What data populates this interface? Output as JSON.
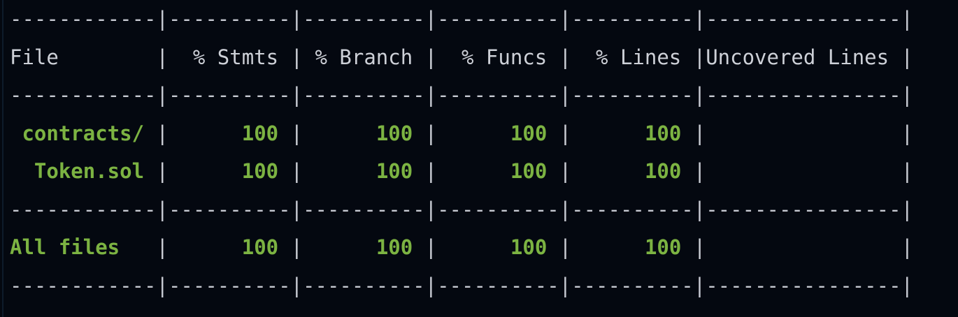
{
  "terminal": {
    "type": "coverage-report",
    "background_color": "#040810",
    "text_color": "#c9ccd3",
    "coverage_color": "#7cb342",
    "font": "monospace"
  },
  "table": {
    "columns": [
      {
        "key": "file",
        "label": "File",
        "align": "left",
        "width": 12
      },
      {
        "key": "stmts",
        "label": "% Stmts",
        "align": "right",
        "width": 10
      },
      {
        "key": "branch",
        "label": "% Branch",
        "align": "right",
        "width": 10
      },
      {
        "key": "funcs",
        "label": "% Funcs",
        "align": "right",
        "width": 10
      },
      {
        "key": "lines",
        "label": "% Lines",
        "align": "right",
        "width": 10
      },
      {
        "key": "uncovered",
        "label": "Uncovered Lines",
        "align": "left",
        "width": 15
      }
    ],
    "separator_top": "------------|----------|----------|----------|----------|----------------|",
    "header_row": "File        |  % Stmts | % Branch |  % Funcs |  % Lines |Uncovered Lines |",
    "separator_header": "------------|----------|----------|----------|----------|----------------|",
    "separator_totals": "------------|----------|----------|----------|----------|----------------|",
    "separator_bottom": "------------|----------|----------|----------|----------|----------------|",
    "rows": [
      {
        "name": "contracts/",
        "indent": 1,
        "is_total": false,
        "stmts": "100",
        "branch": "100",
        "funcs": "100",
        "lines": "100",
        "uncovered": ""
      },
      {
        "name": "Token.sol",
        "indent": 2,
        "is_total": false,
        "stmts": "100",
        "branch": "100",
        "funcs": "100",
        "lines": "100",
        "uncovered": ""
      }
    ],
    "total_row": {
      "name": "All files",
      "indent": 0,
      "is_total": true,
      "stmts": "100",
      "branch": "100",
      "funcs": "100",
      "lines": "100",
      "uncovered": ""
    }
  },
  "lines": [
    {
      "id": "separator-top",
      "kind": "separator",
      "text": "------------|----------|----------|----------|----------|----------------|"
    },
    {
      "id": "header",
      "kind": "header",
      "text": "File        |  % Stmts | % Branch |  % Funcs |  % Lines |Uncovered Lines |"
    },
    {
      "id": "separator-header",
      "kind": "separator",
      "text": "------------|----------|----------|----------|----------|----------------|"
    },
    {
      "id": "row-contracts",
      "kind": "row",
      "segments": [
        {
          "text": " contracts/ ",
          "color": "green"
        },
        {
          "text": "|",
          "color": "plain"
        },
        {
          "text": "      100 ",
          "color": "green"
        },
        {
          "text": "|",
          "color": "plain"
        },
        {
          "text": "      100 ",
          "color": "green"
        },
        {
          "text": "|",
          "color": "plain"
        },
        {
          "text": "      100 ",
          "color": "green"
        },
        {
          "text": "|",
          "color": "plain"
        },
        {
          "text": "      100 ",
          "color": "green"
        },
        {
          "text": "|",
          "color": "plain"
        },
        {
          "text": "                ",
          "color": "green"
        },
        {
          "text": "|",
          "color": "plain"
        }
      ]
    },
    {
      "id": "row-token-sol",
      "kind": "row",
      "segments": [
        {
          "text": "  Token.sol ",
          "color": "green"
        },
        {
          "text": "|",
          "color": "plain"
        },
        {
          "text": "      100 ",
          "color": "green"
        },
        {
          "text": "|",
          "color": "plain"
        },
        {
          "text": "      100 ",
          "color": "green"
        },
        {
          "text": "|",
          "color": "plain"
        },
        {
          "text": "      100 ",
          "color": "green"
        },
        {
          "text": "|",
          "color": "plain"
        },
        {
          "text": "      100 ",
          "color": "green"
        },
        {
          "text": "|",
          "color": "plain"
        },
        {
          "text": "                ",
          "color": "green"
        },
        {
          "text": "|",
          "color": "plain"
        }
      ]
    },
    {
      "id": "separator-totals",
      "kind": "separator",
      "text": "------------|----------|----------|----------|----------|----------------|"
    },
    {
      "id": "row-all-files",
      "kind": "row",
      "segments": [
        {
          "text": "All files   ",
          "color": "green"
        },
        {
          "text": "|",
          "color": "plain"
        },
        {
          "text": "      100 ",
          "color": "green"
        },
        {
          "text": "|",
          "color": "plain"
        },
        {
          "text": "      100 ",
          "color": "green"
        },
        {
          "text": "|",
          "color": "plain"
        },
        {
          "text": "      100 ",
          "color": "green"
        },
        {
          "text": "|",
          "color": "plain"
        },
        {
          "text": "      100 ",
          "color": "green"
        },
        {
          "text": "|",
          "color": "plain"
        },
        {
          "text": "                ",
          "color": "green"
        },
        {
          "text": "|",
          "color": "plain"
        }
      ]
    },
    {
      "id": "separator-bottom",
      "kind": "separator",
      "text": "------------|----------|----------|----------|----------|----------------|"
    }
  ]
}
